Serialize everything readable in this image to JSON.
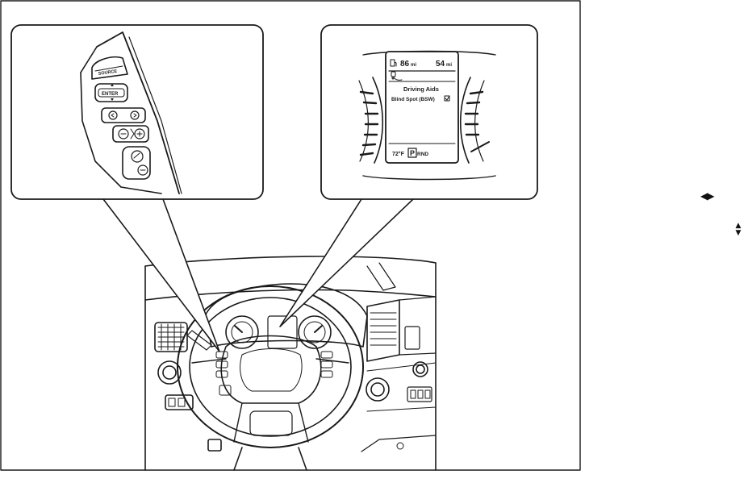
{
  "switch_panel": {
    "source_label": "SOURCE",
    "enter_label": "ENTER"
  },
  "meter_display": {
    "range_left_value": "86",
    "range_left_unit": "mi",
    "range_right_value": "54",
    "range_right_unit": "mi",
    "menu_title": "Driving Aids",
    "menu_item": "Blind Spot (BSW)",
    "menu_item_checked": true,
    "temperature": "72°F",
    "gear_selected": "P",
    "gear_others": "RND"
  },
  "side_symbols": {
    "left_right": "◀▶",
    "up": "▲",
    "down": "▼"
  },
  "colors": {
    "line": "#1a1a1a",
    "background": "#ffffff"
  }
}
